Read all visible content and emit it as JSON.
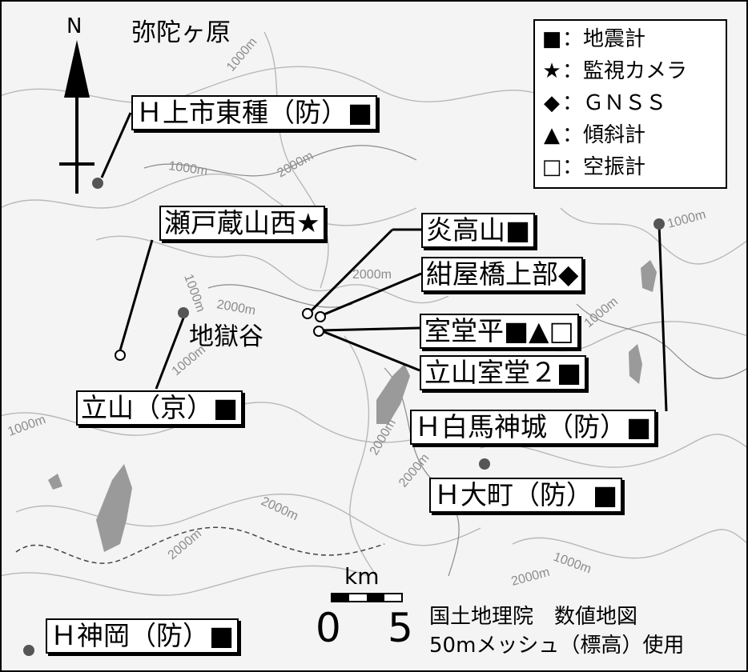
{
  "region": "弥陀ヶ原",
  "crater": "地獄谷",
  "north": "N",
  "contours": [
    "1000m",
    "2000m"
  ],
  "legend": {
    "seismometer": {
      "symbol": "■",
      "label": "：地震計"
    },
    "camera": {
      "symbol": "★",
      "label": "：監視カメラ"
    },
    "gnss": {
      "symbol": "◆",
      "label": "：ＧＮＳＳ"
    },
    "tiltmeter": {
      "symbol": "▲",
      "label": "：傾斜計"
    },
    "infrasound": {
      "symbol": "□",
      "label": "：空振計"
    }
  },
  "stations": {
    "kamiichi": "Ｈ上市東種（防）■",
    "setokura": "瀬戸蔵山西★",
    "enkozan": "炎高山■",
    "konya": "紺屋橋上部◆",
    "murododaira": "室堂平■▲□",
    "tateyama_murodo": "立山室堂２■",
    "tateyama_kyo": "立山（京）■",
    "hakuba": "Ｈ白馬神城（防）■",
    "omachi": "Ｈ大町（防）■",
    "kamioka": "Ｈ神岡（防）■"
  },
  "scale": {
    "unit": "km",
    "min": "0",
    "max": "5"
  },
  "credit": {
    "line1": "国土地理院　数値地図",
    "line2": "50mメッシュ（標高）使用"
  }
}
